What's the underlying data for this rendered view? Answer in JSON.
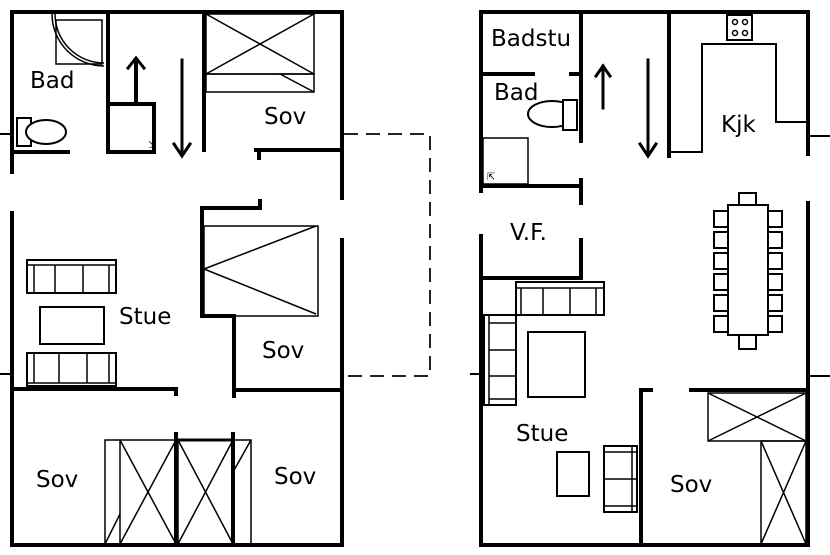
{
  "floorplan": {
    "left_floor": {
      "rooms": [
        {
          "id": "bad",
          "label": "Bad"
        },
        {
          "id": "sov-top",
          "label": "Sov"
        },
        {
          "id": "stue",
          "label": "Stue"
        },
        {
          "id": "sov-mid",
          "label": "Sov"
        },
        {
          "id": "sov-bottom-left",
          "label": "Sov"
        },
        {
          "id": "sov-bottom-right",
          "label": "Sov"
        }
      ],
      "stairs": {
        "up": "↑",
        "down": "↓"
      }
    },
    "right_floor": {
      "rooms": [
        {
          "id": "badstu",
          "label": "Badstu"
        },
        {
          "id": "bad",
          "label": "Bad"
        },
        {
          "id": "kjk",
          "label": "Kjk"
        },
        {
          "id": "vf",
          "label": "V.F."
        },
        {
          "id": "stue",
          "label": "Stue"
        },
        {
          "id": "sov",
          "label": "Sov"
        }
      ],
      "stairs": {
        "up": "↑",
        "down": "↓"
      },
      "dining_table_chairs_per_side": 6
    }
  }
}
